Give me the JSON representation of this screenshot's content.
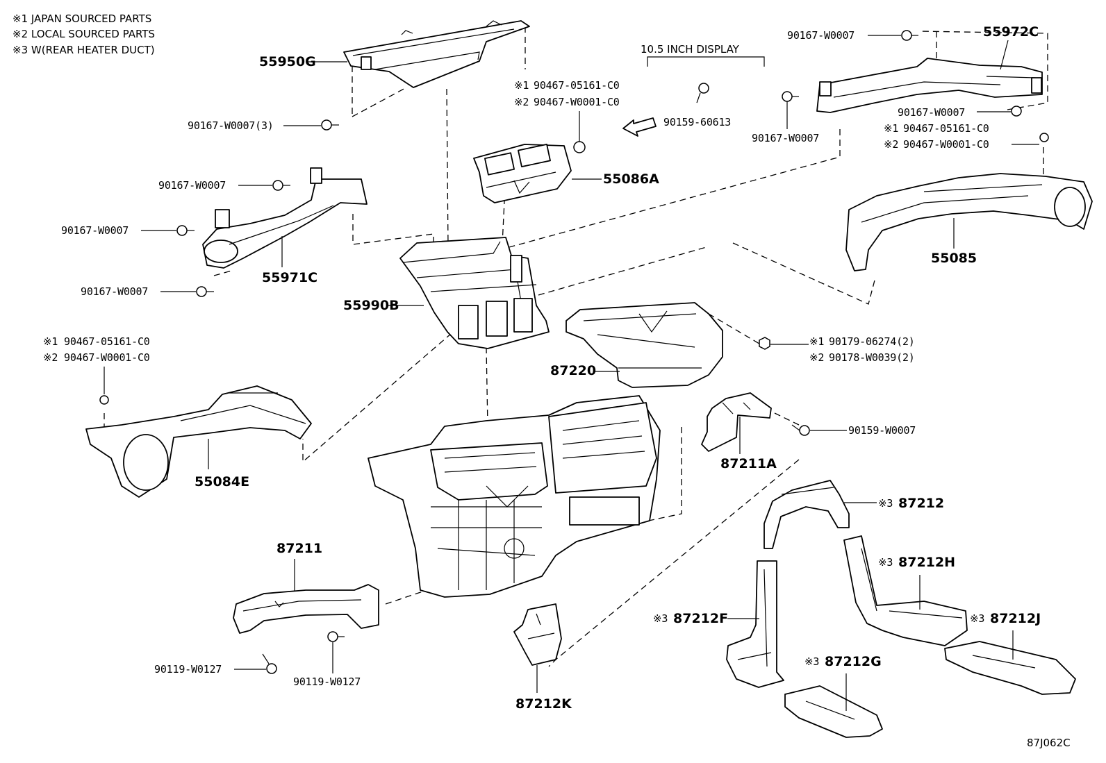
{
  "notes": [
    "※1 JAPAN SOURCED PARTS",
    "※2 LOCAL SOURCED PARTS",
    "※3 W(REAR HEATER DUCT)"
  ],
  "display_note": "10.5 INCH DISPLAY",
  "diagram_code": "87J062C",
  "parts": {
    "p55950G": "55950G",
    "p55972C": "55972C",
    "p55086A": "55086A",
    "p55971C": "55971C",
    "p55085": "55085",
    "p55990B": "55990B",
    "p87220": "87220",
    "p55084E": "55084E",
    "p87211A": "87211A",
    "p87211": "87211",
    "p87212": "87212",
    "p87212H": "87212H",
    "p87212F": "87212F",
    "p87212J": "87212J",
    "p87212G": "87212G",
    "p87212K": "87212K"
  },
  "fasteners": {
    "f_w0007_3": "90167-W0007(3)",
    "f_w0007_a": "90167-W0007",
    "f_w0007_b": "90167-W0007",
    "f_w0007_c": "90167-W0007",
    "f_w0007_d": "90167-W0007",
    "f_w0007_e": "90167-W0007",
    "f_w0007_f": "90167-W0007",
    "clip_a1": "90467-05161-C0",
    "clip_a2": "90467-W0001-C0",
    "clip_b1": "90467-05161-C0",
    "clip_b2": "90467-W0001-C0",
    "clip_c1": "90467-05161-C0",
    "clip_c2": "90467-W0001-C0",
    "screw_60613": "90159-60613",
    "nut_1": "90179-06274(2)",
    "nut_2": "90178-W0039(2)",
    "screw_w0007": "90159-W0007",
    "screw_w0127_a": "90119-W0127",
    "screw_w0127_b": "90119-W0127"
  },
  "marks": {
    "m1": "※1",
    "m2": "※2",
    "m3": "※3"
  }
}
